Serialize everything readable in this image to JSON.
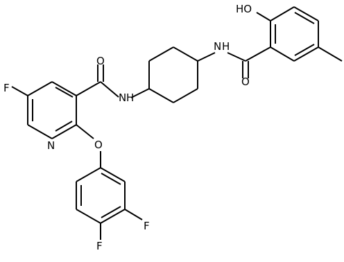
{
  "figure": {
    "type": "chemical-structure",
    "colors": {
      "bond": "#000000",
      "label": "#000000",
      "background": "#ffffff"
    }
  },
  "atom_labels": {
    "fluorine_pyridine": "F",
    "pyridine_nitrogen": "N",
    "ether_oxygen": "O",
    "amide_oxygen_left": "O",
    "amide_nh_left": "N",
    "amide_h_left": "H",
    "amide_nh_right": "N",
    "amide_h_right": "H",
    "amide_oxygen_right": "O",
    "hydroxyl": "HO",
    "fluorine_meta": "F",
    "fluorine_para": "F"
  }
}
